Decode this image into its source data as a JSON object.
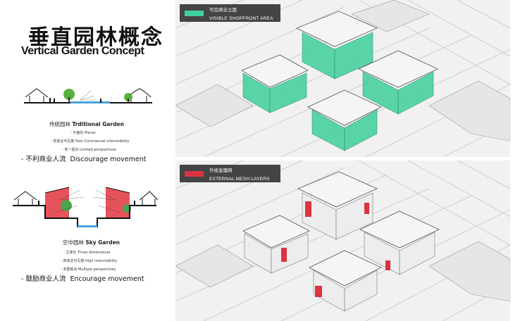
{
  "title_cn": "垂直园林概念",
  "title_en": "Vertical Garden Concept",
  "traditional": {
    "caption_cn": "传统园林",
    "caption_en": "Trditional Garden",
    "points": [
      {
        "cn": "- 平面化",
        "en": "Planar"
      },
      {
        "cn": "- 低商业可见度",
        "en": "Poor Commercial intervisibility"
      },
      {
        "cn": "- 单一视点",
        "en": "Limited perspectives"
      }
    ],
    "flow_cn": "- 不利商业人流",
    "flow_en": "Discourage movement"
  },
  "sky": {
    "caption_cn": "空中园林",
    "caption_en": "Sky Garden",
    "points": [
      {
        "cn": "- 立体化",
        "en": "Three dimensional"
      },
      {
        "cn": "- 高商业可见度",
        "en": "High intervisibility"
      },
      {
        "cn": "- 多重视点",
        "en": "Multiple perspectives"
      }
    ],
    "flow_cn": "- 鼓励商业人流",
    "flow_en": "Encourage movement"
  },
  "panel_top": {
    "legend_cn": "可见商业立面",
    "legend_en": "VISIBLE SHOPFRONT AREA",
    "color": "#3fcf9a"
  },
  "panel_bottom": {
    "legend_cn": "外挂金属网",
    "legend_en": "EXTERNAL MESH LAYERS",
    "color": "#d9343f"
  }
}
